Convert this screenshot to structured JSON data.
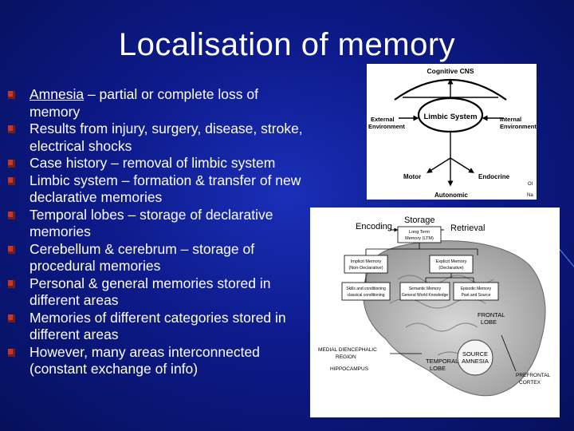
{
  "slide": {
    "title": "Localisation of memory",
    "bullets": [
      {
        "term": "Amnesia",
        "text": " – partial or complete loss of memory"
      },
      {
        "text": "Results from injury, surgery, disease, stroke, electrical shocks"
      },
      {
        "text": "Case history – removal of limbic system"
      },
      {
        "text": "Limbic system – formation & transfer of new declarative memories"
      },
      {
        "text": "Temporal lobes – storage of declarative memories"
      },
      {
        "text": "Cerebellum & cerebrum – storage of procedural memories"
      },
      {
        "text": "Personal & general memories stored in different areas"
      },
      {
        "text": "Memories of different categories stored in different areas"
      },
      {
        "text": "However, many areas interconnected (constant exchange of info)"
      }
    ],
    "bullet_color": "#c0392b"
  },
  "figure_limbic": {
    "cognitive": "Cognitive CNS",
    "limbic": "Limbic System",
    "external": [
      "External",
      "Environment"
    ],
    "internal": [
      "Internal",
      "Environment"
    ],
    "motor": "Motor",
    "endocrine": "Endocrine",
    "autonomic": "Autonomic",
    "ol": "Ol",
    "na": "Na"
  },
  "figure_memory": {
    "encoding": "Encoding",
    "storage": "Storage",
    "retrieval": "Retrieval",
    "ltm": [
      "Long Term",
      "Memory (LTM)"
    ],
    "implicit": [
      "Implicit Memory",
      "(Non-Declarative)"
    ],
    "explicit": [
      "Explicit Memory",
      "(Declarative)"
    ],
    "skills": [
      "Skills and conditioning",
      "classical conditioning"
    ],
    "semantic": [
      "Semantic Memory",
      "General World Knowledge"
    ],
    "episodic": [
      "Episodic Memory",
      "Past and Source"
    ],
    "frontal": [
      "FRONTAL",
      "LOBE"
    ],
    "medial": [
      "MEDIAL DIENCEPHALIC",
      "REGION"
    ],
    "hippocampus": "HIPPOCAMPUS",
    "temporal": [
      "TEMPORAL",
      "LOBE"
    ],
    "source": [
      "SOURCE",
      "AMNESIA"
    ],
    "prefrontal": [
      "PREFRONTAL",
      "CORTEX"
    ]
  }
}
